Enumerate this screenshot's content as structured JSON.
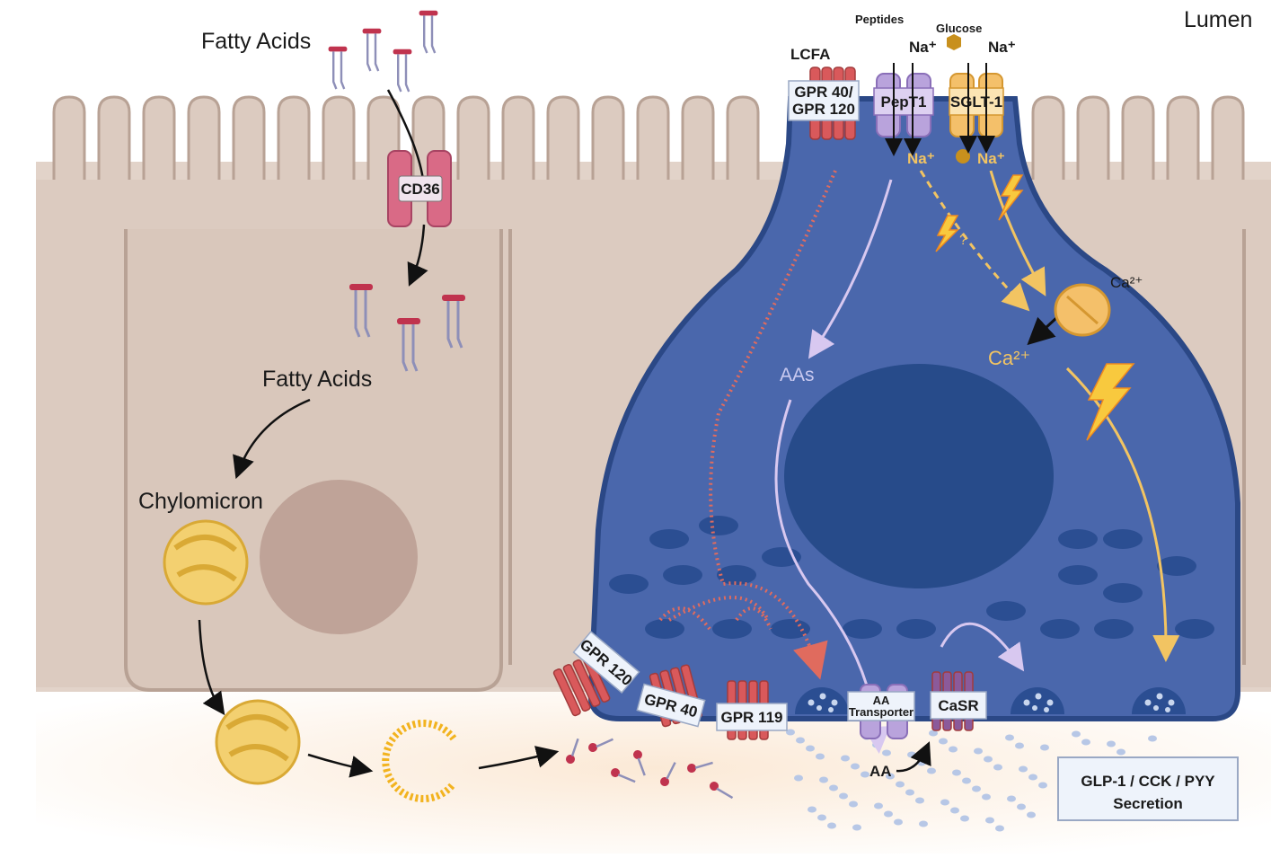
{
  "labels": {
    "lumen": "Lumen",
    "fatty_acids_top": "Fatty Acids",
    "cd36": "CD36",
    "fatty_acids_mid": "Fatty Acids",
    "chylomicron": "Chylomicron",
    "lcfa": "LCFA",
    "peptides": "Peptides",
    "glucose": "Glucose",
    "na_plus": "Na⁺",
    "gpr40_120_line1": "GPR 40/",
    "gpr40_120_line2": "GPR 120",
    "pept1": "PepT1",
    "sglt1": "SGLT-1",
    "question": "?",
    "ca2_plus": "Ca²⁺",
    "aas": "AAs",
    "gpr120": "GPR 120",
    "gpr40": "GPR 40",
    "gpr119": "GPR 119",
    "aa_transporter_line1": "AA",
    "aa_transporter_line2": "Transporter",
    "casr": "CaSR",
    "aa": "AA",
    "secretion_line1": "GLP-1 / CCK / PYY",
    "secretion_line2": "Secretion"
  },
  "colors": {
    "enterocyte": "#dccbc0",
    "enteroendocrine": "#4a67ac",
    "nucleus_eec": "#274b8a",
    "nucleus_enterocyte": "#bfa398",
    "receptor_red": "#d9595b",
    "transporter_purple": "#b9a3dc",
    "sglt_yellow": "#f4c06a",
    "arrow_yellow": "#f2c462",
    "label_box": "#eef3fb"
  }
}
